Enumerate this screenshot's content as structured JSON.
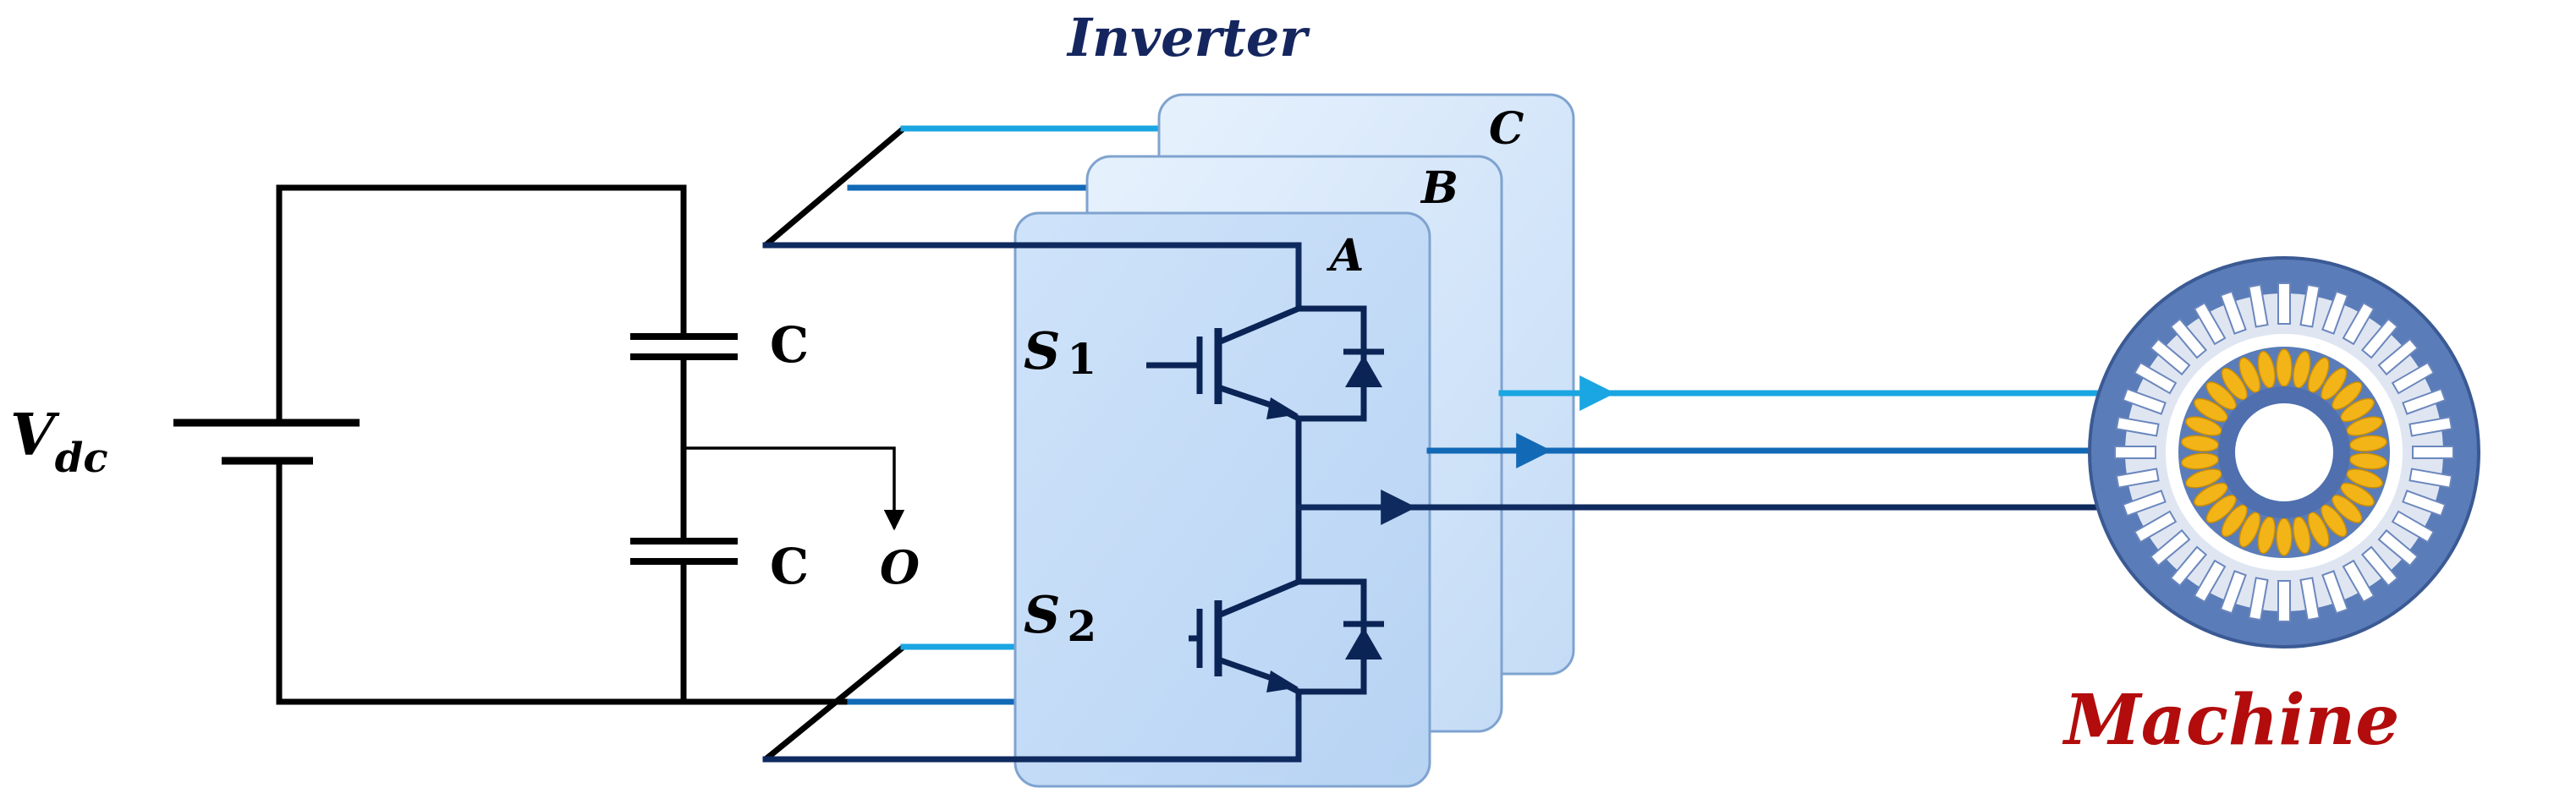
{
  "labels": {
    "inverter": "Inverter",
    "machine": "Machine",
    "vdc_main": "V",
    "vdc_sub": "dc",
    "cap_top": "C",
    "cap_bottom": "C",
    "neutral": "O",
    "s1_main": "S",
    "s1_sub": "1",
    "s2_main": "S",
    "s2_sub": "2",
    "phase_a": "A",
    "phase_b": "B",
    "phase_c": "C"
  },
  "colors": {
    "dc_wire": "#000000",
    "phase_a_wire": "#0e2a5e",
    "phase_b_wire": "#1269b6",
    "phase_c_wire": "#1aa6e2",
    "panel_fill": "#d7e8fa",
    "panel_stroke": "#7fa3cf",
    "switch": "#0b2456",
    "inverter_title": "#15265f",
    "machine_title": "#b30c0c",
    "stator": "#5a7cb8",
    "rotor": "#f2b417"
  }
}
